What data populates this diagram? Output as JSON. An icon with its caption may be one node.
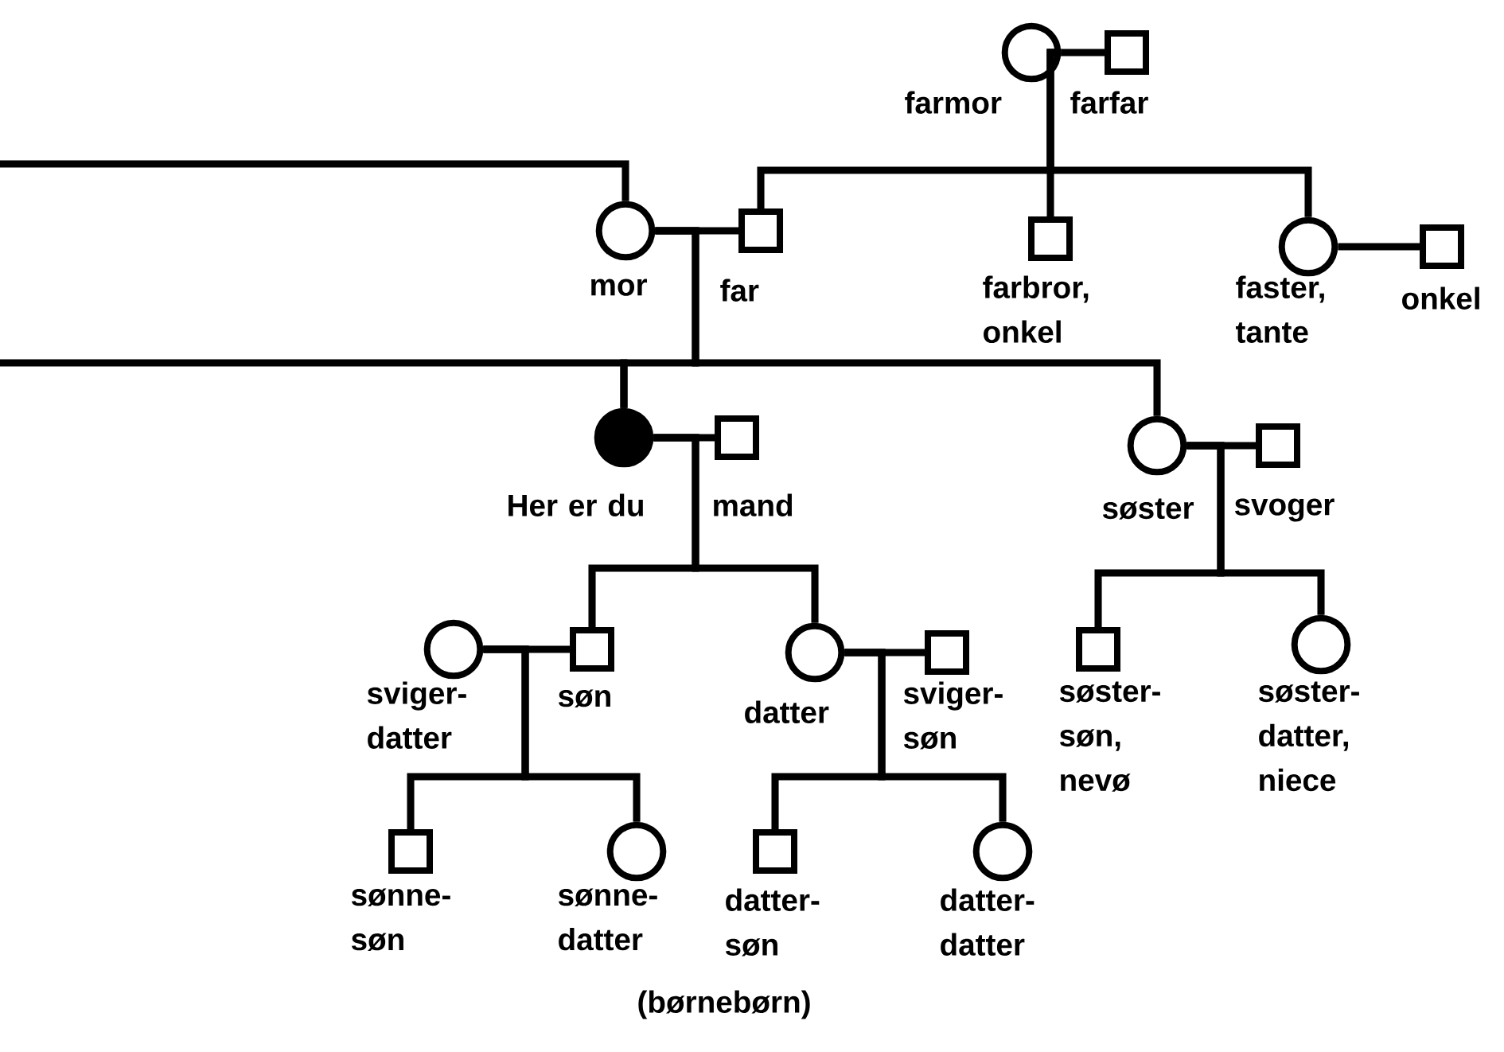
{
  "diagram": {
    "nodes": [
      {
        "text": [],
        "shape": "circle",
        "beside": [
          "farmor"
        ]
      },
      {
        "text": [],
        "shape": "box",
        "beside": [
          "farfar"
        ]
      },
      {
        "text": [],
        "shape": "circle",
        "beside": [
          "mor"
        ]
      },
      {
        "text": [],
        "shape": "box",
        "beside": [
          "far"
        ]
      },
      {
        "text": [],
        "shape": "box",
        "beside": [
          "farbror, onkel"
        ]
      },
      {
        "text": [],
        "shape": "circle",
        "beside": [
          "faster, tante"
        ]
      },
      {
        "text": [],
        "shape": "box",
        "beside": [
          "onkel"
        ]
      },
      {
        "text": [],
        "shape": "disc",
        "beside": [
          "Her er du"
        ]
      },
      {
        "text": [],
        "shape": "box",
        "beside": [
          "mand"
        ]
      },
      {
        "text": [],
        "shape": "circle",
        "beside": [
          "søster"
        ]
      },
      {
        "text": [],
        "shape": "box",
        "beside": [
          "svoger"
        ]
      },
      {
        "text": [],
        "shape": "circle",
        "beside": [
          "sviger- datter"
        ]
      },
      {
        "text": [],
        "shape": "box",
        "beside": [
          "søn"
        ]
      },
      {
        "text": [],
        "shape": "circle",
        "beside": [
          "datter"
        ]
      },
      {
        "text": [],
        "shape": "box",
        "beside": [
          "sviger- søn"
        ]
      },
      {
        "text": [],
        "shape": "box",
        "beside": [
          "søster- søn, nevø"
        ]
      },
      {
        "text": [],
        "shape": "circle",
        "beside": [
          "søster- datter, niece"
        ]
      },
      {
        "text": [],
        "shape": "box",
        "beside": [
          "sønne- søn"
        ]
      },
      {
        "text": [],
        "shape": "circle",
        "beside": [
          "sønne- datter"
        ]
      },
      {
        "text": [],
        "shape": "box",
        "beside": [
          "datter- søn"
        ]
      },
      {
        "text": [],
        "shape": "circle",
        "beside": [
          "datter- datter"
        ]
      }
    ],
    "edges": [
      {
        "from": 0,
        "to": 1,
        "arrow": "none"
      },
      {
        "from": 0,
        "to": 3,
        "arrow": "none"
      },
      {
        "from": 0,
        "to": 4,
        "arrow": "none"
      },
      {
        "from": 0,
        "to": 5,
        "arrow": "none"
      },
      {
        "from": 5,
        "to": 6,
        "arrow": "none"
      },
      {
        "from": null,
        "to": 2,
        "arrow": "none"
      },
      {
        "from": 2,
        "to": 3,
        "arrow": "none"
      },
      {
        "from": 2,
        "to": 7,
        "arrow": "none"
      },
      {
        "from": 2,
        "to": 9,
        "arrow": "none"
      },
      {
        "from": null,
        "to": 7,
        "arrow": "none"
      },
      {
        "from": 7,
        "to": 8,
        "arrow": "none"
      },
      {
        "from": 7,
        "to": 12,
        "arrow": "none"
      },
      {
        "from": 7,
        "to": 13,
        "arrow": "none"
      },
      {
        "from": 9,
        "to": 10,
        "arrow": "none"
      },
      {
        "from": 9,
        "to": 15,
        "arrow": "none"
      },
      {
        "from": 9,
        "to": 16,
        "arrow": "none"
      },
      {
        "from": 11,
        "to": 12,
        "arrow": "none"
      },
      {
        "from": 11,
        "to": 17,
        "arrow": "none"
      },
      {
        "from": 11,
        "to": 18,
        "arrow": "none"
      },
      {
        "from": 13,
        "to": 14,
        "arrow": "none"
      },
      {
        "from": 13,
        "to": 19,
        "arrow": "none"
      },
      {
        "from": 13,
        "to": 20,
        "arrow": "none"
      }
    ],
    "labels": [
      "(børnebørn)"
    ]
  }
}
